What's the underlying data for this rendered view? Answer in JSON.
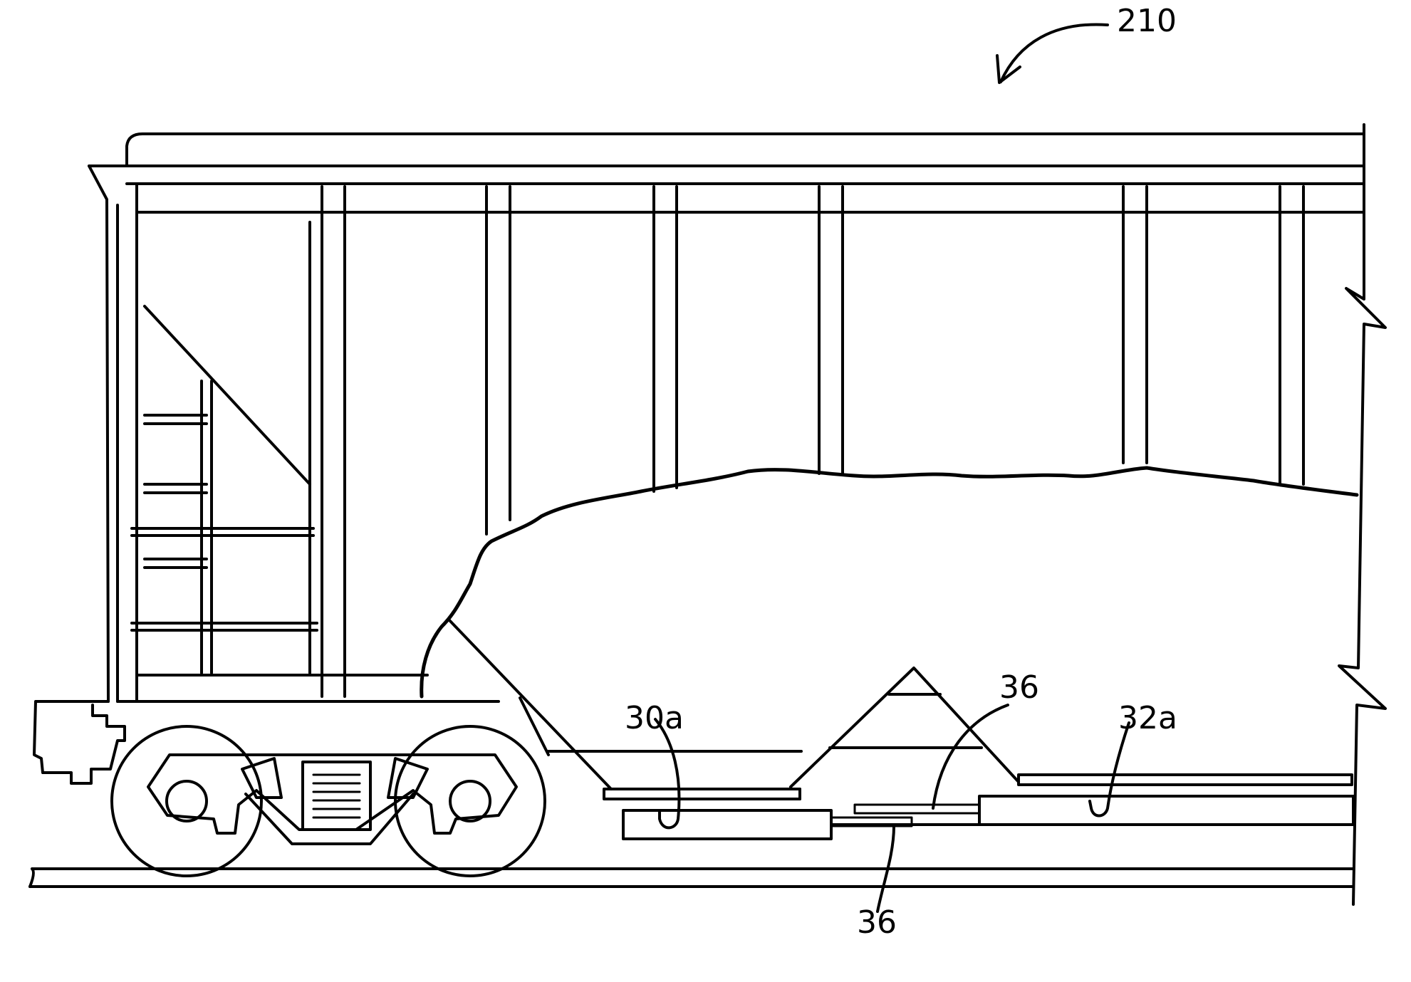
{
  "figure": {
    "labels": {
      "figure_ref": "210",
      "gate_left": "30a",
      "gate_right": "32a",
      "actuator_upper": "36",
      "actuator_lower": "36"
    }
  }
}
